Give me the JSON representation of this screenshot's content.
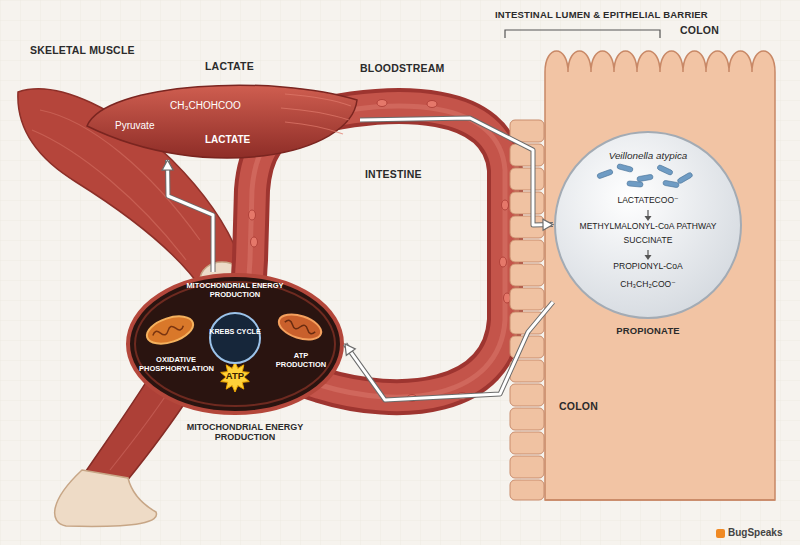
{
  "diagram": {
    "nodes": [
      {
        "text": [
          "LACTATE",
          "CH₃CHOHCOO",
          "Pyruvate",
          "LACTATE"
        ]
      },
      {
        "text": [
          "MITOCHONDRIAL ENERGY PRODUCTION",
          "OXIDATIVE PHOSPHORYLATION",
          "ATP",
          "ATP PRODUCTION",
          "MITOCHONDRIAL ENERGY PRODUCTION"
        ]
      },
      {
        "text": [
          "KREBS CYCLE"
        ],
        "in": 1
      },
      {
        "text": [
          "COLON",
          "COLON"
        ]
      },
      {
        "text": [
          "Veillonella atypica",
          "LACTATECOO⁻",
          "METHYLMALONYL-CoA PATHWAY",
          "SUCCINATE",
          "PROPIONYL-CoA",
          "CH₃CH₂COO⁻",
          "PROPIONATE"
        ],
        "in": 3
      }
    ],
    "edges": [
      {
        "from": 0,
        "to": 4,
        "arrow": "to"
      },
      {
        "from": 4,
        "to": 1,
        "arrow": "to"
      },
      {
        "from": 1,
        "to": 0,
        "arrow": "to"
      }
    ],
    "labels": [
      "SKELETAL MUSCLE",
      "BLOODSTREAM",
      "INTESTINE",
      "INTESTINAL LUMEN & EPITHELIAL BARRIER",
      "BugSpeaks"
    ]
  }
}
